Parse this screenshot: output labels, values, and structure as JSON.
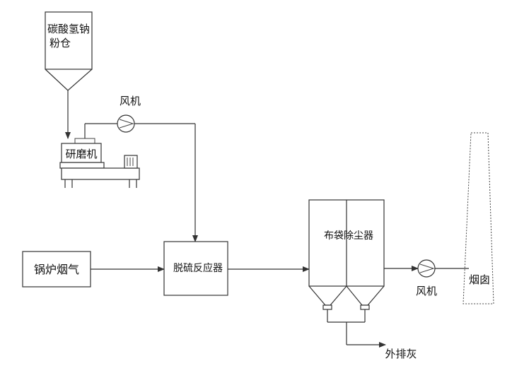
{
  "labels": {
    "silo_line1": "碳酸氢钠",
    "silo_line2": "粉仓",
    "fan_top": "风机",
    "mill": "研磨机",
    "boiler_gas": "锅炉烟气",
    "reactor": "脱硫反应器",
    "baghouse": "布袋除尘器",
    "fan_right": "风机",
    "chimney": "烟囱",
    "ash_out": "外排灰"
  }
}
